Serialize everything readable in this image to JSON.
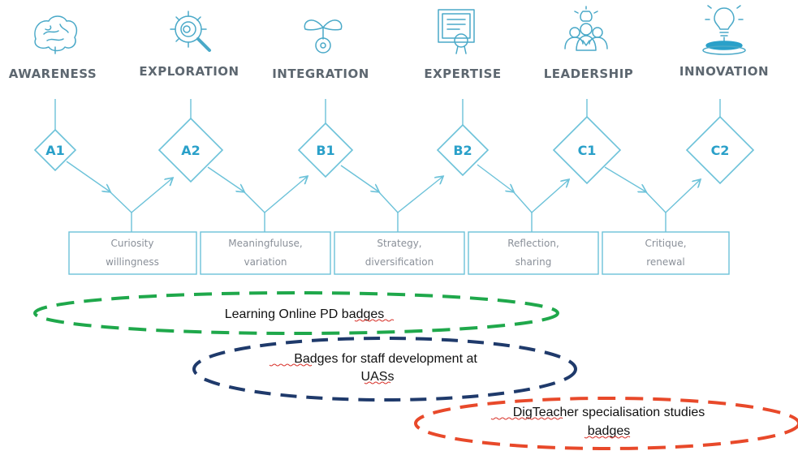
{
  "stages": [
    {
      "title": "AWARENESS",
      "level": "A1",
      "icon": "brain-icon"
    },
    {
      "title": "EXPLORATION",
      "level": "A2",
      "icon": "gear-magnifier-icon"
    },
    {
      "title": "INTEGRATION",
      "level": "B1",
      "icon": "sprout-gear-icon"
    },
    {
      "title": "EXPERTISE",
      "level": "B2",
      "icon": "certificate-icon"
    },
    {
      "title": "LEADERSHIP",
      "level": "C1",
      "icon": "team-lightbulb-icon"
    },
    {
      "title": "INNOVATION",
      "level": "C2",
      "icon": "lightbulb-pedestal-icon"
    }
  ],
  "traits": [
    [
      "Curiosity",
      "willingness"
    ],
    [
      "Meaningfuluse,",
      "variation"
    ],
    [
      "Strategy,",
      "diversification"
    ],
    [
      "Reflection,",
      "sharing"
    ],
    [
      "Critique,",
      "renewal"
    ]
  ],
  "badges": [
    {
      "lines": [
        "Learning Online PD badges"
      ],
      "color": "#1fa84b"
    },
    {
      "lines": [
        "Badges for staff development at",
        "UASs"
      ],
      "color": "#1f3a6b"
    },
    {
      "lines": [
        "DigTeacher specialisation studies",
        "badges"
      ],
      "color": "#e8492a"
    }
  ],
  "colors": {
    "accent": "#2aa0c9",
    "line": "#6cc2d9",
    "label": "#5d6770"
  }
}
